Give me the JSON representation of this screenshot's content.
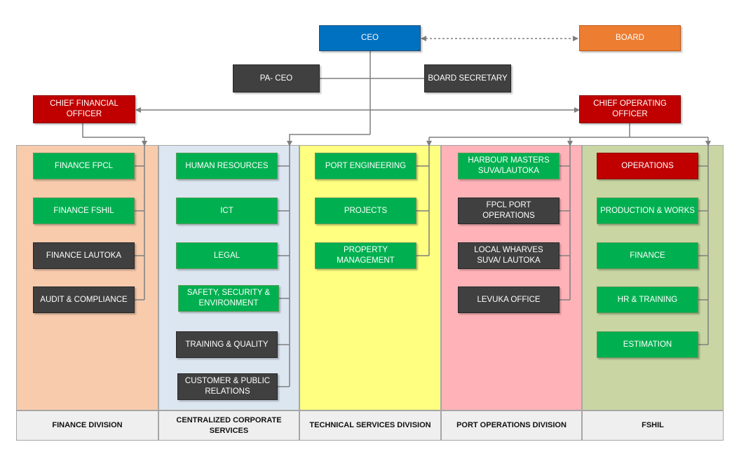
{
  "top": {
    "ceo": "CEO",
    "board": "BOARD",
    "pa_ceo": "PA- CEO",
    "board_secretary": "BOARD SECRETARY",
    "cfo": "CHIEF FINANCIAL OFFICER",
    "coo": "CHIEF OPERATING OFFICER"
  },
  "divisions": [
    {
      "name": "FINANCE DIVISION",
      "color": "#f8cbad",
      "units": [
        {
          "label": "FINANCE FPCL",
          "style": "green"
        },
        {
          "label": "FINANCE FSHIL",
          "style": "green"
        },
        {
          "label": "FINANCE LAUTOKA",
          "style": "dark"
        },
        {
          "label": "AUDIT & COMPLIANCE",
          "style": "dark"
        }
      ]
    },
    {
      "name": "CENTRALIZED CORPORATE SERVICES",
      "color": "#dce6f1",
      "units": [
        {
          "label": "HUMAN RESOURCES",
          "style": "green"
        },
        {
          "label": "ICT",
          "style": "green"
        },
        {
          "label": "LEGAL",
          "style": "green"
        },
        {
          "label": "SAFETY, SECURITY & ENVIRONMENT",
          "style": "green"
        },
        {
          "label": "TRAINING & QUALITY",
          "style": "dark"
        },
        {
          "label": "CUSTOMER & PUBLIC RELATIONS",
          "style": "dark"
        }
      ]
    },
    {
      "name": "TECHNICAL SERVICES DIVISION",
      "color": "#ffff80",
      "units": [
        {
          "label": "PORT ENGINEERING",
          "style": "green"
        },
        {
          "label": "PROJECTS",
          "style": "green"
        },
        {
          "label": "PROPERTY MANAGEMENT",
          "style": "green"
        }
      ]
    },
    {
      "name": "PORT OPERATIONS DIVISION",
      "color": "#ffb3b8",
      "units": [
        {
          "label": "HARBOUR MASTERS SUVA/LAUTOKA",
          "style": "green"
        },
        {
          "label": "FPCL PORT OPERATIONS",
          "style": "dark"
        },
        {
          "label": "LOCAL WHARVES SUVA/ LAUTOKA",
          "style": "dark"
        },
        {
          "label": "LEVUKA OFFICE",
          "style": "dark"
        }
      ]
    },
    {
      "name": "FSHIL",
      "color": "#c9d6a3",
      "units": [
        {
          "label": "OPERATIONS",
          "style": "red"
        },
        {
          "label": "PRODUCTION & WORKS",
          "style": "green"
        },
        {
          "label": "FINANCE",
          "style": "green"
        },
        {
          "label": "HR & TRAINING",
          "style": "green"
        },
        {
          "label": "ESTIMATION",
          "style": "green"
        }
      ]
    }
  ]
}
